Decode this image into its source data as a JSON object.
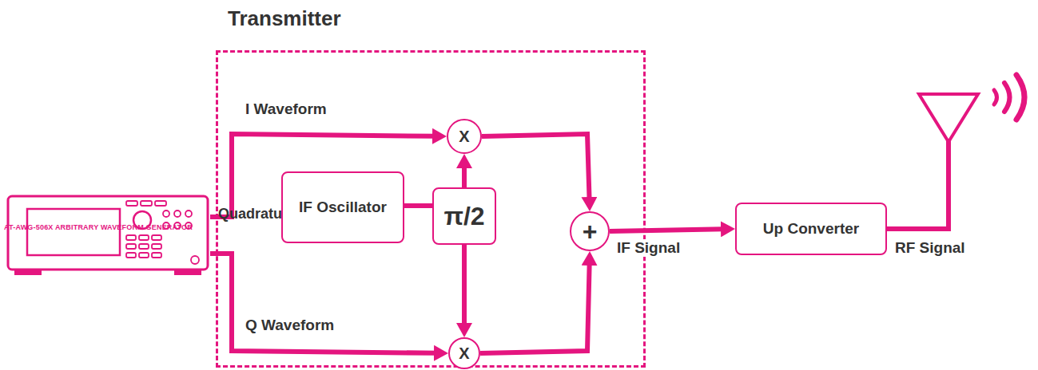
{
  "diagram": {
    "title": "Transmitter",
    "nodes": [
      {
        "text": [
          "AT-AWG-506X ARBITRARY WAVEFORM GENERATOR"
        ]
      },
      {
        "text": [
          "Quadrature Modulator"
        ]
      },
      {
        "text": [
          "X"
        ],
        "in": 1
      },
      {
        "text": [
          "IF Oscillator"
        ],
        "in": 1
      },
      {
        "text": [
          "π/2"
        ],
        "in": 1
      },
      {
        "text": [
          "X"
        ],
        "in": 1
      },
      {
        "text": [
          "+"
        ],
        "in": 1
      },
      {
        "text": [
          "Up Converter"
        ]
      }
    ],
    "edges": [
      {
        "from": 0,
        "to": 2,
        "arrow": "to",
        "label": "I Waveform"
      },
      {
        "from": 0,
        "to": 5,
        "arrow": "to",
        "label": "Q Waveform"
      },
      {
        "from": 3,
        "to": 4,
        "arrow": "none"
      },
      {
        "from": 4,
        "to": 2,
        "arrow": "to"
      },
      {
        "from": 4,
        "to": 5,
        "arrow": "to"
      },
      {
        "from": 2,
        "to": 6,
        "arrow": "to"
      },
      {
        "from": 5,
        "to": 6,
        "arrow": "to"
      },
      {
        "from": 6,
        "to": 7,
        "arrow": "to",
        "label": "IF Signal"
      }
    ],
    "labels": [
      "RF Signal"
    ]
  }
}
